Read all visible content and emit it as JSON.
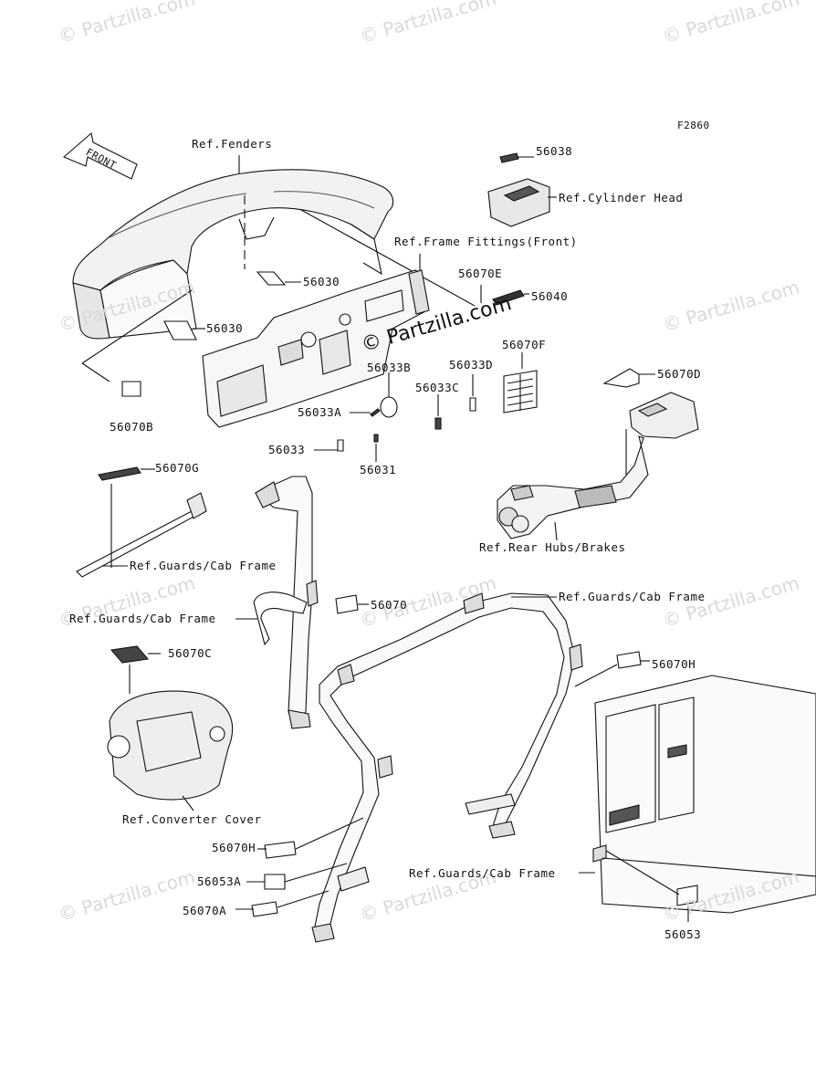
{
  "figure_code": "F2860",
  "watermark": "© Partzilla.com",
  "watermark_center": "© Partzilla.com",
  "front_arrow": "FRONT",
  "labels": {
    "ref_fenders": "Ref.Fenders",
    "p56038": "56038",
    "ref_cylinder_head": "Ref.Cylinder Head",
    "ref_frame_fittings": "Ref.Frame Fittings(Front)",
    "p56070E": "56070E",
    "p56040": "56040",
    "p56030_a": "56030",
    "p56030_b": "56030",
    "p56070F": "56070F",
    "p56033B": "56033B",
    "p56033D": "56033D",
    "p56033C": "56033C",
    "p56070D": "56070D",
    "p56070B": "56070B",
    "p56033A": "56033A",
    "p56033": "56033",
    "p56031": "56031",
    "p56070G": "56070G",
    "ref_rear_hubs": "Ref.Rear Hubs/Brakes",
    "ref_guards_1": "Ref.Guards/Cab Frame",
    "ref_guards_2": "Ref.Guards/Cab Frame",
    "p56070": "56070",
    "ref_guards_3": "Ref.Guards/Cab Frame",
    "p56070C": "56070C",
    "p56070H_a": "56070H",
    "ref_converter_cover": "Ref.Converter Cover",
    "p56070H_b": "56070H",
    "p56053A": "56053A",
    "ref_guards_4": "Ref.Guards/Cab Frame",
    "p56070A": "56070A",
    "p56053": "56053"
  }
}
